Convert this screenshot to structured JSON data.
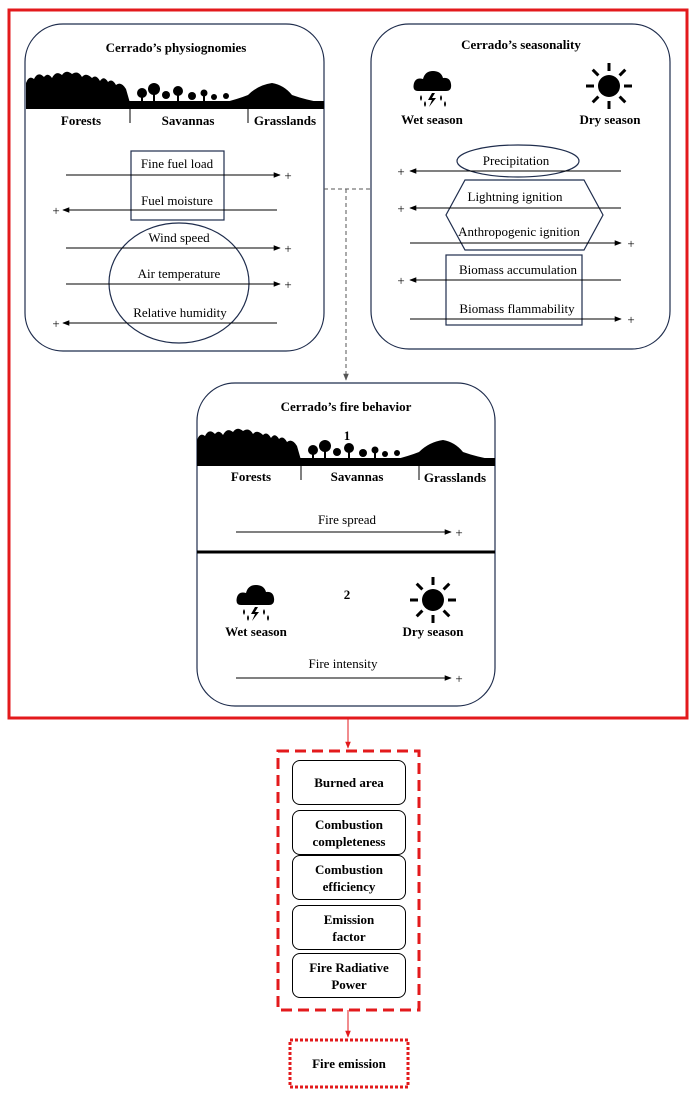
{
  "physiognomies": {
    "title": "Cerrado’s physiognomies",
    "landscape_labels": [
      "Forests",
      "Savannas",
      "Grasslands"
    ],
    "rows": [
      {
        "label": "Fine fuel load",
        "direction": "right",
        "sign": "+"
      },
      {
        "label": "Fuel moisture",
        "direction": "left",
        "sign": "+"
      },
      {
        "label": "Wind speed",
        "direction": "right",
        "sign": "+"
      },
      {
        "label": "Air temperature",
        "direction": "right",
        "sign": "+"
      },
      {
        "label": "Relative humidity",
        "direction": "left",
        "sign": "+"
      }
    ]
  },
  "seasonality": {
    "title": "Cerrado’s seasonality",
    "wet_label": "Wet season",
    "dry_label": "Dry season",
    "wet_icon": "storm-cloud-icon",
    "dry_icon": "sun-icon",
    "rows": [
      {
        "label": "Precipitation",
        "direction": "left",
        "sign": "+"
      },
      {
        "label": "Lightning ignition",
        "direction": "left",
        "sign": "+"
      },
      {
        "label": "Anthropogenic ignition",
        "direction": "right",
        "sign": "+"
      },
      {
        "label": "Biomass accumulation",
        "direction": "left",
        "sign": "+"
      },
      {
        "label": "Biomass flammability",
        "direction": "right",
        "sign": "+"
      }
    ]
  },
  "fire_behavior": {
    "title": "Cerrado’s fire behavior",
    "part1_number": "1",
    "part2_number": "2",
    "landscape_labels": [
      "Forests",
      "Savannas",
      "Grasslands"
    ],
    "spread_label": "Fire spread",
    "spread_sign": "+",
    "wet_label": "Wet season",
    "dry_label": "Dry season",
    "intensity_label": "Fire intensity",
    "intensity_sign": "+"
  },
  "emission_factors": [
    "Burned area",
    "Combustion\ncompleteness",
    "Combustion\nefficiency",
    "Emission\nfactor",
    "Fire Radiative\nPower"
  ],
  "output_label": "Fire emission",
  "colors": {
    "frame_red": "#e31a1c",
    "panel_border": "#1f2d4d"
  }
}
